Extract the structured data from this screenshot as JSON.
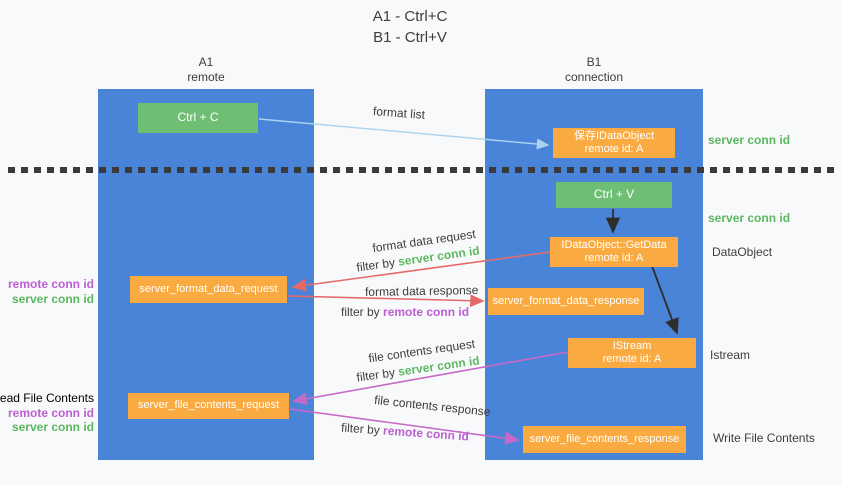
{
  "title": {
    "line1": "A1 - Ctrl+C",
    "line2": "B1 - Ctrl+V"
  },
  "lanes": {
    "a1": {
      "name": "A1",
      "role": "remote"
    },
    "b1": {
      "name": "B1",
      "role": "connection"
    }
  },
  "nodes": {
    "ctrl_c": {
      "label": "Ctrl + C"
    },
    "save_idataobject": {
      "line1": "保存IDataObject",
      "line2": "remote id: A"
    },
    "ctrl_v": {
      "label": "Ctrl + V"
    },
    "getdata": {
      "line1": "IDataObject::GetData",
      "line2": "remote id: A"
    },
    "format_request": {
      "label": "server_format_data_request"
    },
    "format_response": {
      "label": "server_format_data_response"
    },
    "istream": {
      "line1": "IStream",
      "line2": "remote id: A"
    },
    "file_request": {
      "label": "server_file_contents_request"
    },
    "file_response": {
      "label": "server_file_contents_response"
    }
  },
  "flow_labels": {
    "format_list": "format list",
    "format_data_request": "format data request",
    "format_data_response": "format data response",
    "file_contents_request": "file contents request",
    "file_contents_response": "file contents response",
    "filter_by": "filter by",
    "server_conn_id": "server conn id",
    "remote_conn_id": "remote conn id"
  },
  "side_labels": {
    "server_conn_id_top": "server conn id",
    "server_conn_id_mid": "server conn id",
    "dataobject": "DataObject",
    "istream": "Istream",
    "write_file_contents": "Write File Contents",
    "read_file_contents": "Read File Contents",
    "remote_conn_id": "remote conn id",
    "server_conn_id": "server conn id"
  },
  "colors": {
    "background": "#f8f9fa",
    "lane_blue": "#4a84d8",
    "node_green": "#6ebe73",
    "node_orange": "#f9ab41",
    "node_text": "#ffffff",
    "text_dark": "#3d3d3d",
    "text_green": "#5cb860",
    "text_purple": "#bb5fd1",
    "arrow_blue": "#aad4f0",
    "arrow_red": "#e6696a",
    "arrow_purple": "#c868c8",
    "arrow_black": "#2e2e2e",
    "dotted_line": "#3a3a3a"
  }
}
